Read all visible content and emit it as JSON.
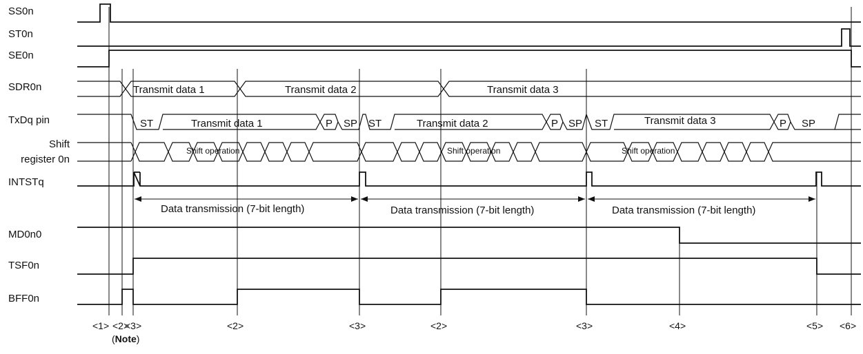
{
  "signals": {
    "ss": "SS0n",
    "st": "ST0n",
    "se": "SE0n",
    "sdr": "SDR0n",
    "txd": "TxDq pin",
    "shift_1": "Shift",
    "shift_2": "register 0n",
    "intst": "INTSTq",
    "md": "MD0n0",
    "tsf": "TSF0n",
    "bff": "BFF0n"
  },
  "sdr_labels": [
    "Transmit data 1",
    "Transmit data 2",
    "Transmit data 3"
  ],
  "txd_frames": [
    {
      "start": "ST",
      "data": "Transmit data 1",
      "parity": "P",
      "stop": "SP"
    },
    {
      "start": "ST",
      "data": "Transmit data 2",
      "parity": "P",
      "stop": "SP"
    },
    {
      "start": "ST",
      "data": "Transmit data 3",
      "parity": "P",
      "stop": "SP"
    }
  ],
  "shift_label": "Shift operation",
  "transmission_label": "Data transmission (7-bit length)",
  "steps": [
    "<1>",
    "<2>",
    "<3>",
    "<2>",
    "<3>",
    "<2>",
    "<3>",
    "<4>",
    "<5>",
    "<6>"
  ],
  "note": {
    "open": "(",
    "bold": "Note",
    "close": ")"
  }
}
